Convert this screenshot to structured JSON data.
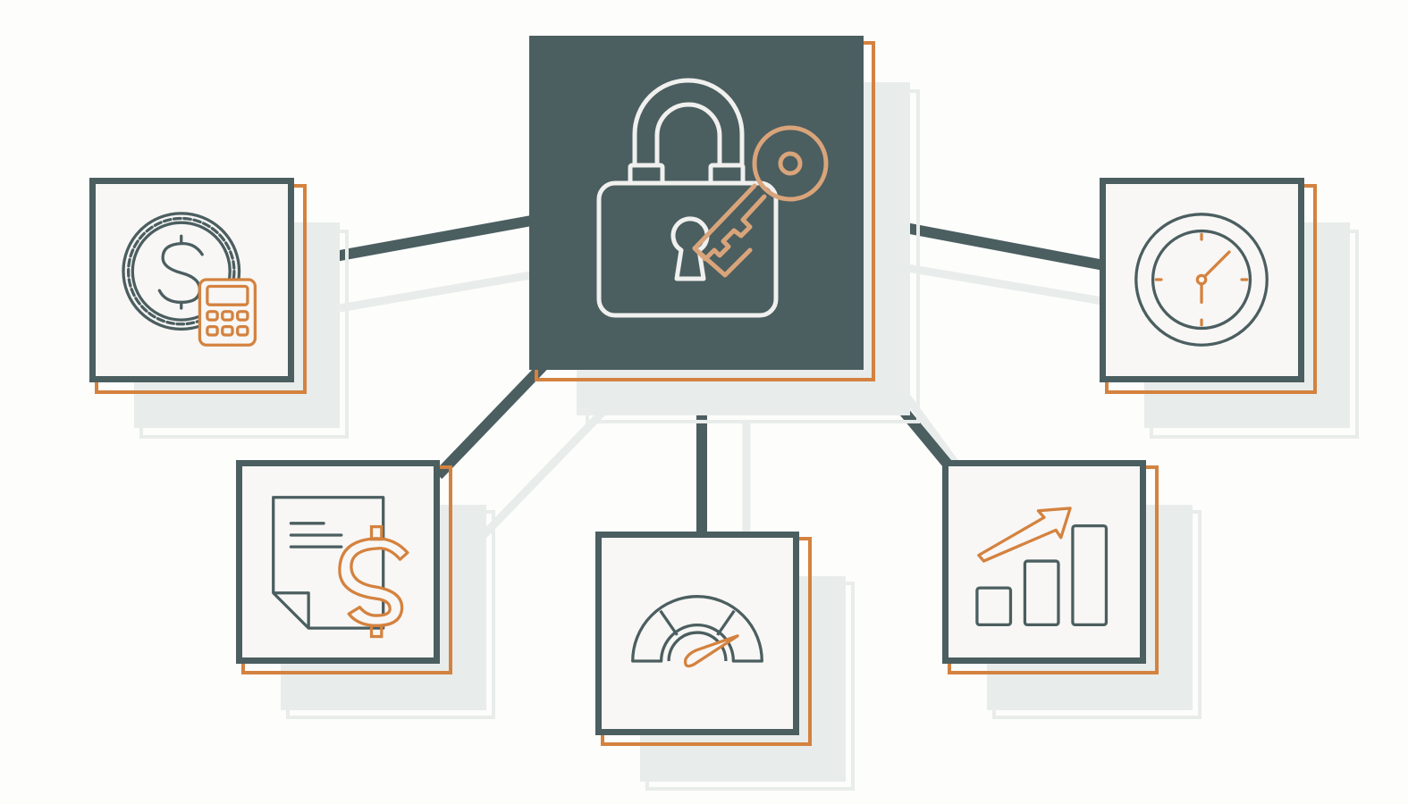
{
  "colors": {
    "slate": "#4b5e60",
    "orange": "#d4823f",
    "tile_fill": "#f8f7f5",
    "shadow": "#e8ecea",
    "background": "#fdfdfc",
    "hub_line": "#f0f0ee"
  },
  "diagram": {
    "hub": {
      "icon": "padlock-with-key-icon"
    },
    "nodes": [
      {
        "id": "budget",
        "icon": "coin-calculator-icon"
      },
      {
        "id": "schedule",
        "icon": "clock-icon"
      },
      {
        "id": "invoice",
        "icon": "invoice-dollar-icon"
      },
      {
        "id": "performance",
        "icon": "speedometer-gauge-icon"
      },
      {
        "id": "growth",
        "icon": "bar-chart-growth-icon"
      }
    ]
  }
}
